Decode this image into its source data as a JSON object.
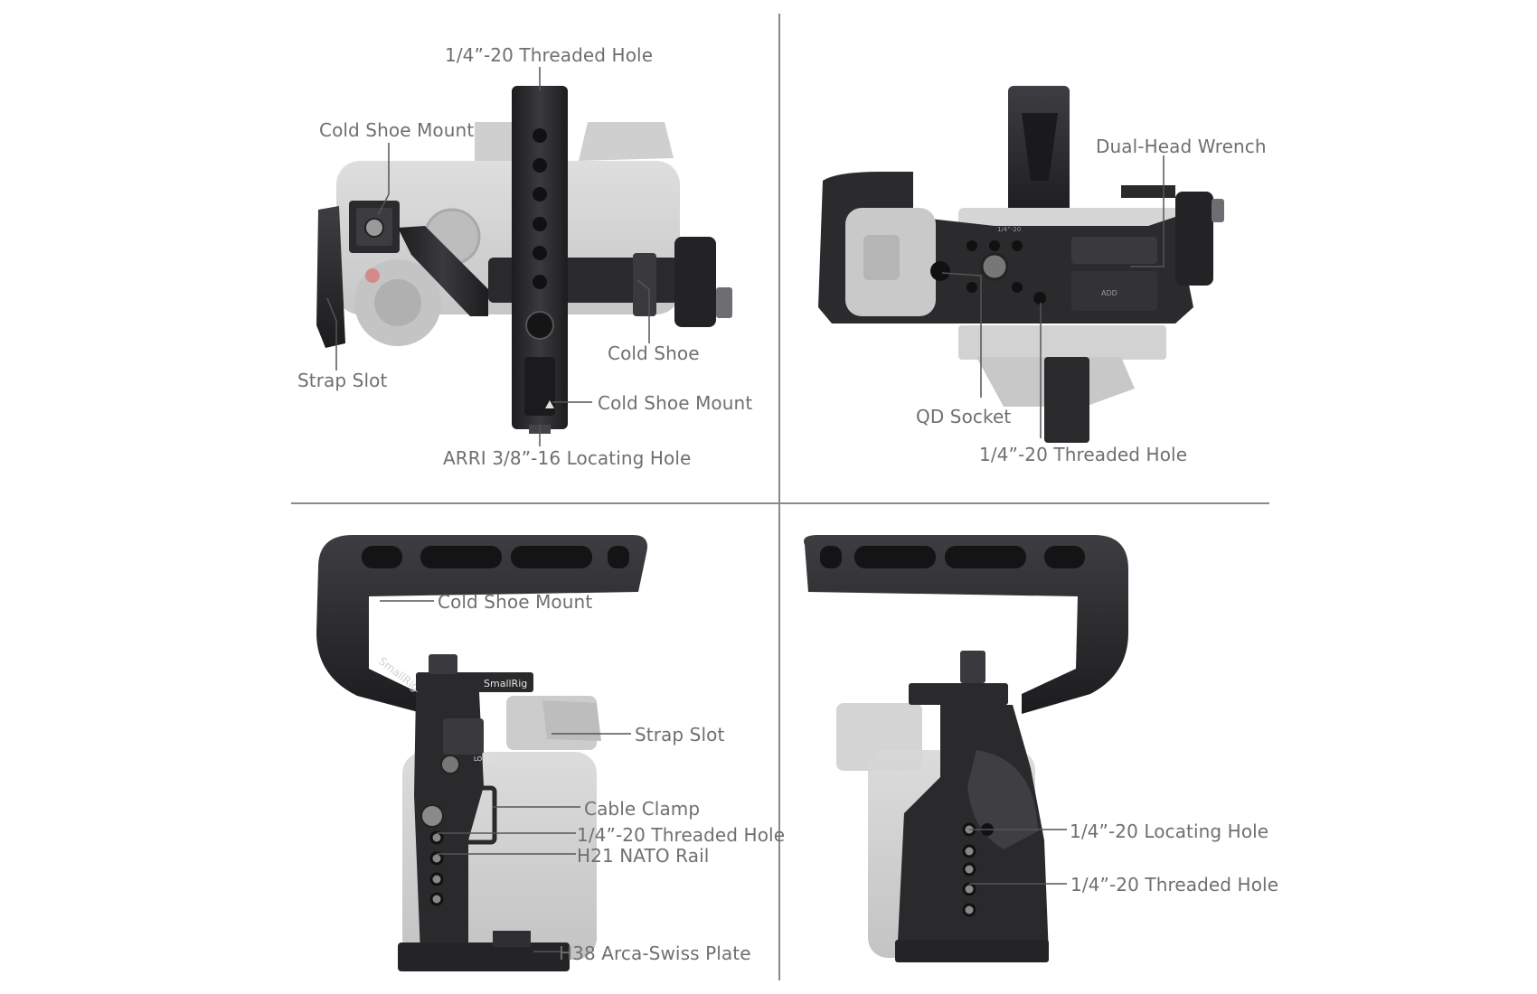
{
  "panels": {
    "top_left": {
      "labels": {
        "threaded_hole": "1/4”-20 Threaded Hole",
        "cold_shoe_mount_top": "Cold Shoe Mount",
        "strap_slot": "Strap Slot",
        "cold_shoe": "Cold Shoe",
        "cold_shoe_mount_bottom": "Cold Shoe Mount",
        "arri_hole": "ARRI 3/8”-16 Locating Hole"
      }
    },
    "top_right": {
      "labels": {
        "dual_head_wrench": "Dual-Head Wrench",
        "qd_socket": "QD Socket",
        "threaded_hole": "1/4”-20 Threaded Hole"
      },
      "engravings": [
        "1/4”-20",
        "ADD"
      ]
    },
    "bottom_left": {
      "labels": {
        "cold_shoe_mount": "Cold Shoe Mount",
        "strap_slot": "Strap Slot",
        "cable_clamp": "Cable Clamp",
        "threaded_hole": "1/4”-20 Threaded Hole",
        "nato_rail": "H21 NATO Rail",
        "arca_plate": "H38 Arca-Swiss Plate"
      },
      "engravings": {
        "brand_handle": "SmallRig",
        "brand_plate": "SmallRig",
        "lock": "LOCK ▸"
      }
    },
    "bottom_right": {
      "labels": {
        "locating_hole": "1/4”-20 Locating Hole",
        "threaded_hole": "1/4”-20 Threaded Hole"
      }
    }
  },
  "colors": {
    "metal": "#2a2a2c",
    "metal_highlight": "#4a4a4e",
    "camera_body": "#c9c9c9",
    "label_text": "#6f6f6f",
    "leader_line": "#555555",
    "divider": "#8a8a8a"
  },
  "icons": [
    "thumb-screw-icon",
    "shoe-screw-icon"
  ]
}
